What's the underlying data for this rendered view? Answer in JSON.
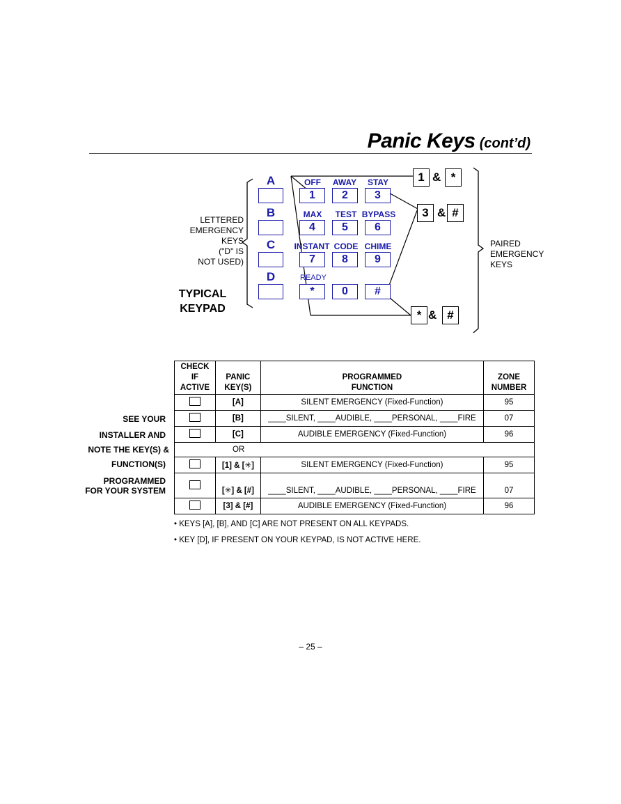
{
  "header": {
    "title": "Panic Keys",
    "subtitle": "(cont’d)"
  },
  "keypad": {
    "letters": [
      "A",
      "B",
      "C",
      "D"
    ],
    "rows": [
      {
        "labels": [
          "OFF",
          "AWAY",
          "STAY"
        ],
        "keys": [
          "1",
          "2",
          "3"
        ]
      },
      {
        "labels": [
          "MAX",
          "TEST",
          "BYPASS"
        ],
        "keys": [
          "4",
          "5",
          "6"
        ]
      },
      {
        "labels": [
          "INSTANT",
          "CODE",
          "CHIME"
        ],
        "keys": [
          "7",
          "8",
          "9"
        ]
      },
      {
        "labels": [
          "READY",
          "",
          ""
        ],
        "keys": [
          "*",
          "0",
          "#"
        ]
      }
    ],
    "lettered_label": [
      "LETTERED",
      "EMERGENCY",
      "KEYS",
      "(\"D\" IS",
      "NOT USED)"
    ],
    "typical_label": [
      "TYPICAL",
      "KEYPAD"
    ],
    "paired_label": [
      "PAIRED",
      "EMERGENCY",
      "KEYS"
    ],
    "pairs": [
      {
        "a": "1",
        "amp": "&",
        "b": "*"
      },
      {
        "a": "3",
        "amp": "&",
        "b": "#"
      },
      {
        "a": "*",
        "amp": "&",
        "b": "#"
      }
    ]
  },
  "table": {
    "headers": {
      "check": [
        "CHECK",
        "IF",
        "ACTIVE"
      ],
      "keys": [
        "PANIC",
        "KEY(S)"
      ],
      "function": [
        "PROGRAMMED",
        "FUNCTION"
      ],
      "zone": [
        "ZONE",
        "NUMBER"
      ]
    },
    "rows": [
      {
        "key": "[A]",
        "function": "SILENT EMERGENCY (Fixed-Function)",
        "zone": "95"
      },
      {
        "key": "[B]",
        "function": "____SILENT, ____AUDIBLE, ____PERSONAL, ____FIRE",
        "zone": "07"
      },
      {
        "key": "[C]",
        "function": "AUDIBLE EMERGENCY (Fixed-Function)",
        "zone": "96"
      },
      {
        "key": "[1] & [✳]",
        "function": "SILENT EMERGENCY (Fixed-Function)",
        "zone": "95"
      },
      {
        "key": "[✳] & [#]",
        "function": "____SILENT, ____AUDIBLE, ____PERSONAL, ____FIRE",
        "zone": "07"
      },
      {
        "key": "[3] & [#]",
        "function": "AUDIBLE EMERGENCY (Fixed-Function)",
        "zone": "96"
      }
    ],
    "or_label": "OR"
  },
  "left_notes": [
    "SEE YOUR",
    "INSTALLER AND",
    "NOTE THE KEY(S) &",
    "FUNCTION(S)",
    "PROGRAMMED",
    "FOR YOUR SYSTEM"
  ],
  "notes": [
    "• KEYS [A], [B], AND [C] ARE NOT PRESENT ON ALL KEYPADS.",
    "• KEY [D], IF PRESENT ON YOUR KEYPAD, IS NOT ACTIVE HERE."
  ],
  "page_number": "– 25 –"
}
